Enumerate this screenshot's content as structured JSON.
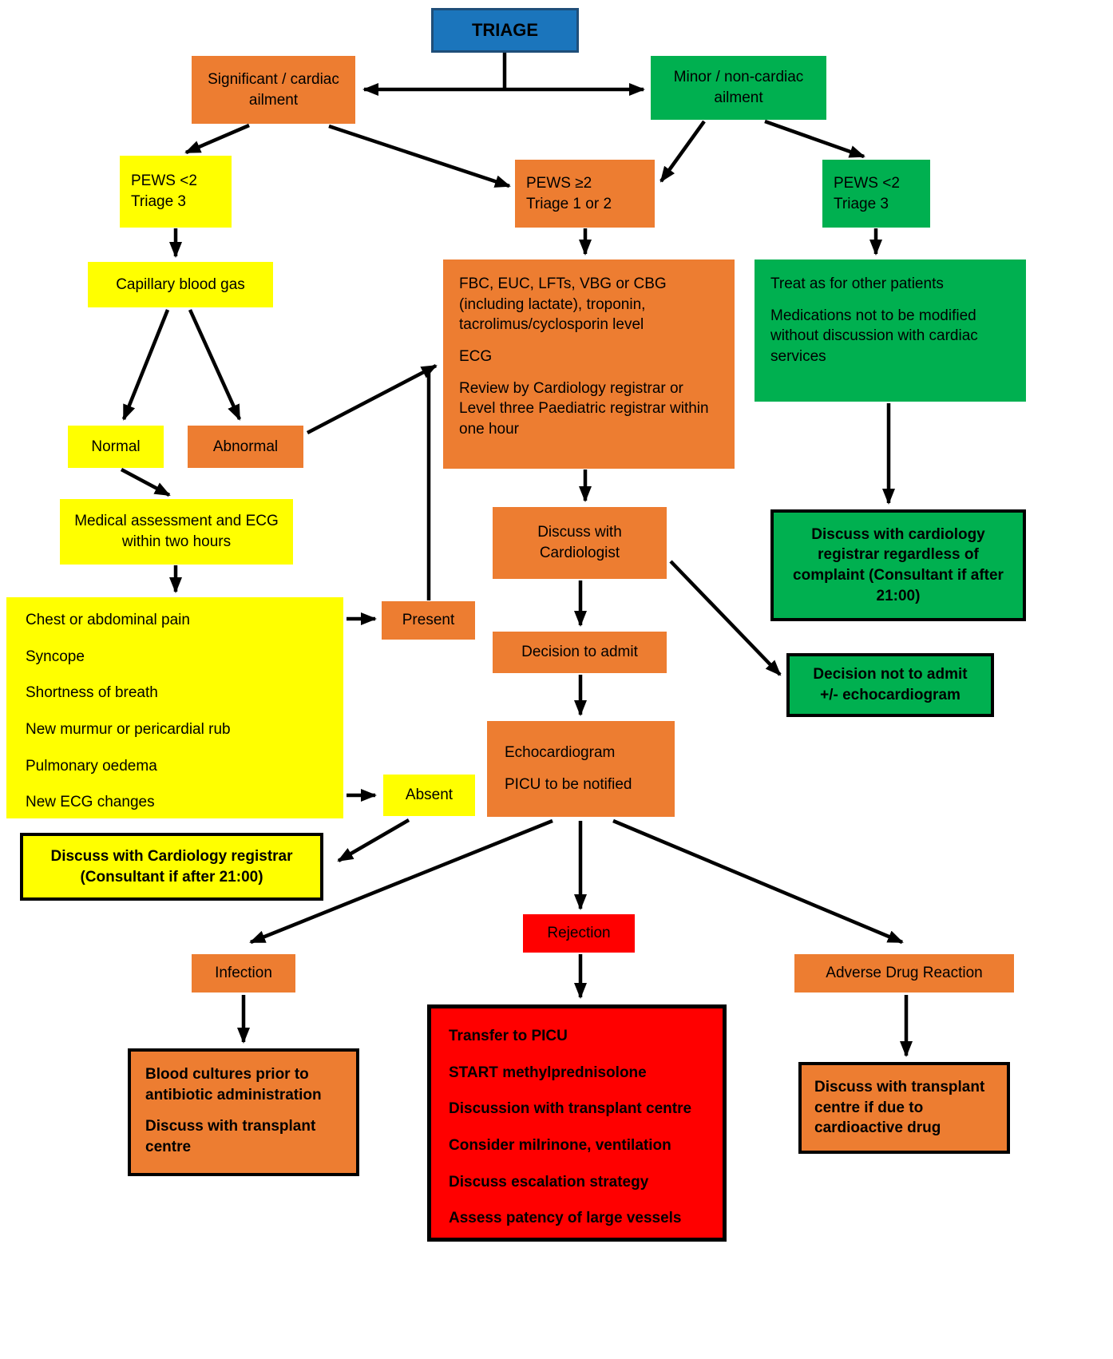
{
  "colors": {
    "triage_blue": "#1b75bc",
    "triage_border": "#1f4e79",
    "orange": "#ed7d31",
    "green": "#00b050",
    "yellow": "#ffff00",
    "red": "#ff0000",
    "arrow": "#000000"
  },
  "flowchart": {
    "triage": {
      "label": "TRIAGE"
    },
    "significant": {
      "label": "Significant / cardiac ailment"
    },
    "minor": {
      "label": "Minor / non-cardiac ailment"
    },
    "pews_low_left": {
      "line1": "PEWS <2",
      "line2": "Triage 3"
    },
    "pews_high": {
      "line1": "PEWS ≥2",
      "line2": "Triage 1 or 2"
    },
    "pews_low_right": {
      "line1": "PEWS <2",
      "line2": "Triage 3"
    },
    "capillary": {
      "label": "Capillary blood gas"
    },
    "workup": {
      "line1": "FBC, EUC, LFTs, VBG or CBG (including lactate), troponin, tacrolimus/cyclosporin level",
      "line2": "ECG",
      "line3": "Review by Cardiology registrar or Level three Paediatric registrar within one hour"
    },
    "treat_other": {
      "line1": "Treat as for other patients",
      "line2": "Medications not to be modified without discussion with cardiac services"
    },
    "normal": {
      "label": "Normal"
    },
    "abnormal": {
      "label": "Abnormal"
    },
    "medical_assessment": {
      "label": "Medical assessment and ECG within two hours"
    },
    "symptoms": {
      "lines": [
        "Chest or abdominal pain",
        "Syncope",
        "Shortness of breath",
        "New murmur or pericardial rub",
        "Pulmonary oedema",
        "New ECG changes"
      ]
    },
    "present": {
      "label": "Present"
    },
    "discuss_cardiologist": {
      "label": "Discuss with Cardiologist"
    },
    "discuss_registrar_regardless": {
      "label": "Discuss with cardiology registrar regardless of complaint (Consultant if after 21:00)"
    },
    "decision_admit": {
      "label": "Decision to admit"
    },
    "decision_not_admit": {
      "label": "Decision not to admit +/- echocardiogram"
    },
    "absent": {
      "label": "Absent"
    },
    "echo": {
      "line1": "Echocardiogram",
      "line2": "PICU to be notified"
    },
    "discuss_registrar": {
      "label": "Discuss with Cardiology registrar (Consultant if after 21:00)"
    },
    "rejection": {
      "label": "Rejection"
    },
    "infection": {
      "label": "Infection"
    },
    "adverse": {
      "label": "Adverse Drug Reaction"
    },
    "blood_cultures": {
      "line1": "Blood cultures prior to antibiotic administration",
      "line2": "Discuss with transplant centre"
    },
    "picu_transfer": {
      "lines": [
        "Transfer to PICU",
        "START methylprednisolone",
        "Discussion with transplant centre",
        "Consider milrinone, ventilation",
        "Discuss escalation strategy",
        "Assess patency of large vessels"
      ]
    },
    "transplant_drug": {
      "label": "Discuss with transplant centre if due to cardioactive drug"
    }
  }
}
